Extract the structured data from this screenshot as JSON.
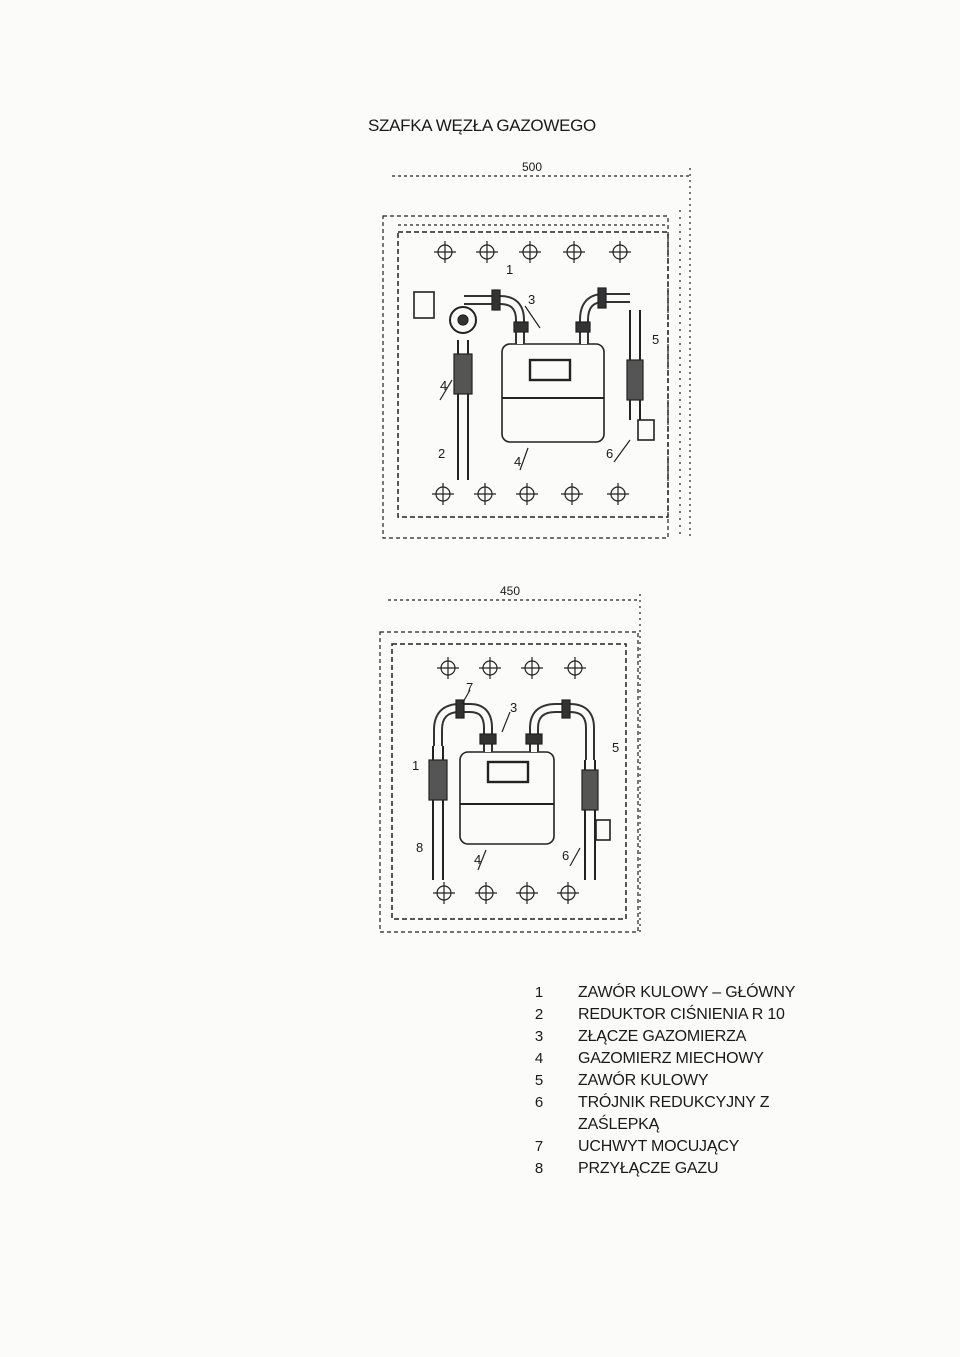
{
  "document": {
    "title": "SZAFKA WĘZŁA GAZOWEGO",
    "drawing_top": {
      "dim_width": "500",
      "callouts": [
        "1",
        "3",
        "5",
        "4",
        "2",
        "4",
        "6"
      ]
    },
    "drawing_bottom": {
      "dim_width": "450",
      "callouts": [
        "7",
        "3",
        "5",
        "1",
        "4",
        "6",
        "8"
      ]
    },
    "legend": [
      {
        "num": "1",
        "text": "ZAWÓR KULOWY – GŁÓWNY"
      },
      {
        "num": "2",
        "text": "REDUKTOR CIŚNIENIA R 10"
      },
      {
        "num": "3",
        "text": "ZŁĄCZE GAZOMIERZA"
      },
      {
        "num": "4",
        "text": "GAZOMIERZ MIECHOWY"
      },
      {
        "num": "5",
        "text": "ZAWÓR KULOWY"
      },
      {
        "num": "6",
        "text": "TRÓJNIK REDUKCYJNY Z"
      },
      {
        "num": "",
        "text": "ZAŚLEPKĄ"
      },
      {
        "num": "7",
        "text": "UCHWYT MOCUJĄCY"
      },
      {
        "num": "8",
        "text": "PRZYŁĄCZE GAZU"
      }
    ]
  }
}
